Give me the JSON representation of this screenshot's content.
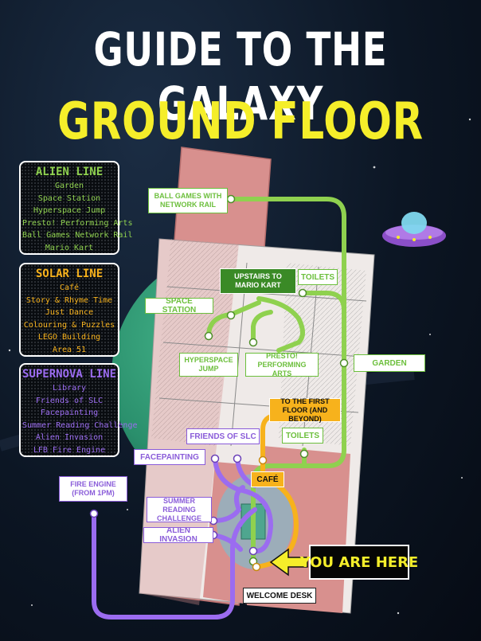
{
  "header": {
    "title": "GUIDE TO THE GALAXY",
    "subtitle": "GROUND FLOOR"
  },
  "legend": {
    "alien": {
      "title": "ALIEN LINE",
      "color": "#8fd14f",
      "items": [
        "Garden",
        "Space Station",
        "Hyperspace Jump",
        "Presto! Performing Arts",
        "Ball Games Network Rail",
        "Mario Kart"
      ]
    },
    "solar": {
      "title": "SOLAR LINE",
      "color": "#f7b21c",
      "items": [
        "Café",
        "Story & Rhyme Time",
        "Just Dance",
        "Colouring & Puzzles",
        "LEGO Building",
        "Area 51"
      ]
    },
    "supernova": {
      "title": "SUPERNOVA LINE",
      "color": "#9b6cf0",
      "items": [
        "Library",
        "Friends of SLC",
        "Facepainting",
        "Summer Reading Challenge",
        "Alien Invasion",
        "LFB Fire Engine"
      ]
    }
  },
  "map_labels": {
    "ball_games": "BALL GAMES WITH NETWORK RAIL",
    "upstairs_mario": "UPSTAIRS TO MARIO KART",
    "toilets_upper": "TOILETS",
    "space_station": "SPACE STATION",
    "hyperspace": "HYPERSPACE JUMP",
    "presto": "PRESTO! PERFORMING ARTS",
    "garden": "GARDEN",
    "first_floor": "TO THE FIRST FLOOR (AND BEYOND)",
    "friends_slc": "FRIENDS OF SLC",
    "toilets_lower": "TOILETS",
    "facepainting": "FACEPAINTING",
    "cafe": "CAFÉ",
    "fire_engine": "FIRE ENGINE (FROM 1PM)",
    "summer_reading": "SUMMER READING CHALLENGE",
    "alien_invasion": "ALIEN INVASION",
    "welcome_desk": "WELCOME DESK",
    "you_are_here": "YOU ARE HERE"
  },
  "colors": {
    "alien_line": "#8fd14f",
    "solar_line": "#f7b21c",
    "supernova_line": "#9b6cf0",
    "title_yellow": "#f5ee2a",
    "floor_pink": "#d8908e",
    "planet_green": "#2f9a76"
  },
  "icons": [
    "ufo-icon",
    "arrow-left-icon",
    "planet-icon"
  ]
}
